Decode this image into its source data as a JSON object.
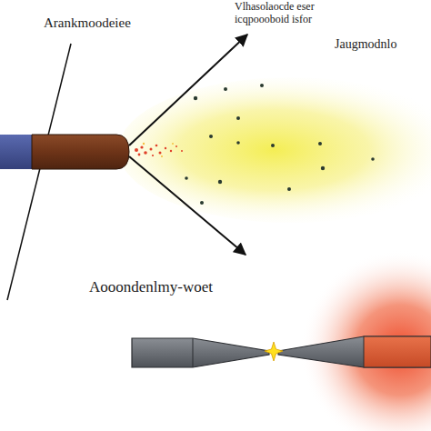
{
  "diagram": {
    "labels": [
      "Arankmoodeiee",
      "Vlhasolaocde eser icqpoooboid isfor",
      "Jaugmodnlo",
      "Aooondenlmy-woet"
    ]
  }
}
